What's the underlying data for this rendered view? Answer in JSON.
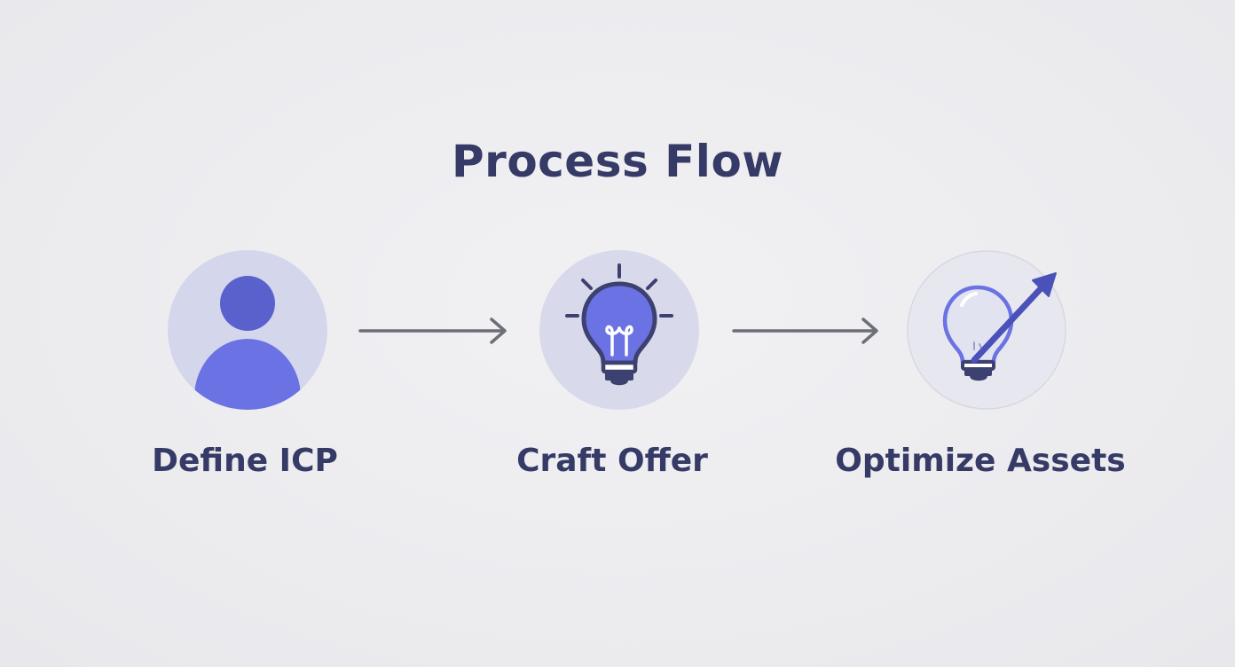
{
  "title": "Process Flow",
  "steps": [
    {
      "label": "Define ICP",
      "icon": "user-icon"
    },
    {
      "label": "Craft Offer",
      "icon": "lightbulb-icon"
    },
    {
      "label": "Optimize Assets",
      "icon": "lightbulb-growth-arrow-icon"
    }
  ],
  "colors": {
    "text": "#353a66",
    "accent": "#6b72e3",
    "accent_dark": "#4f57c4",
    "circle_fill": "#d6d8ec",
    "arrow": "#6c6e78",
    "icon_outline": "#3d4170"
  }
}
